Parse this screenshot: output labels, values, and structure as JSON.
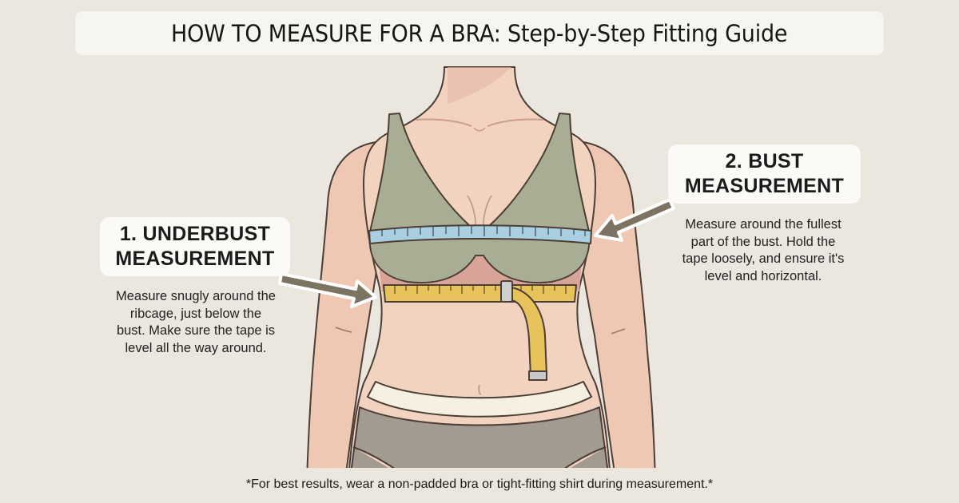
{
  "title": "HOW TO MEASURE FOR A BRA: Step-by-Step Fitting Guide",
  "steps": [
    {
      "number": "1",
      "heading_line1": "1. UNDERBUST",
      "heading_line2": "MEASUREMENT",
      "description": "Measure snugly around the\nribcage, just below the\nbust. Make sure the tape is\nlevel all the way around.",
      "tape_color": "#e8c25a"
    },
    {
      "number": "2",
      "heading_line1": "2. BUST",
      "heading_line2": "MEASUREMENT",
      "description": "Measure around the fullest\npart of the bust. Hold the\ntape loosely, and ensure it's\nlevel and horizontal.",
      "tape_color": "#aacfe0"
    }
  ],
  "footnote": "*For best results, wear a non-padded bra or tight-fitting shirt during measurement.*",
  "colors": {
    "background": "#ebe6de",
    "skin": "#f1d1bd",
    "bra": "#a9ad94",
    "underwear": "#a39a90",
    "waistband": "#f6f0e2",
    "arrow": "#7d7363",
    "outline": "#4a3e36"
  }
}
